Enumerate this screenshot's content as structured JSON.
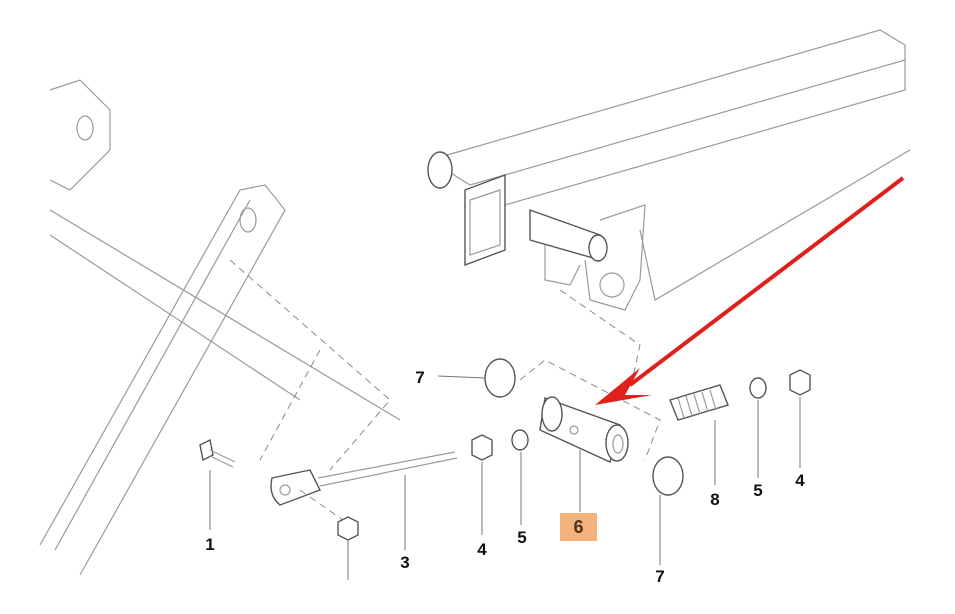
{
  "diagram": {
    "callouts": {
      "c7_top": "7",
      "c1": "1",
      "c3": "3",
      "c4_left": "4",
      "c5_left": "5",
      "c6": "6",
      "c7_bottom": "7",
      "c8": "8",
      "c5_right": "5",
      "c4_right": "4"
    },
    "highlight": {
      "label": "6",
      "background": "#f3b27c",
      "text_color": "#4a3520"
    },
    "arrow_color": "#e0201c"
  }
}
